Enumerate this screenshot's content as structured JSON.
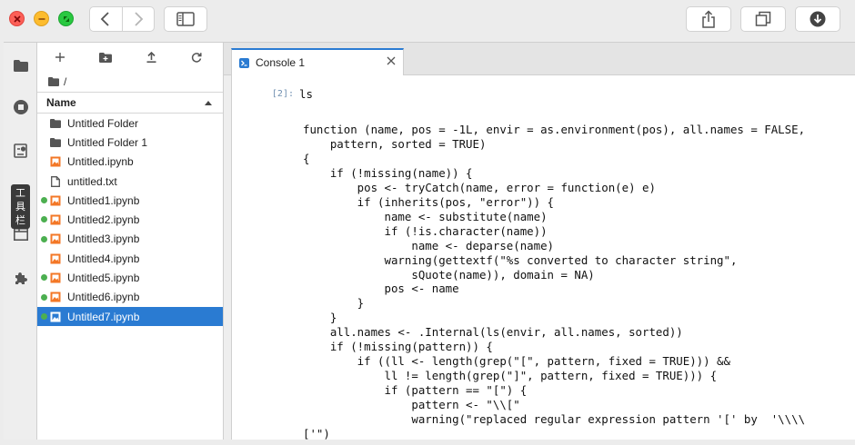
{
  "window": {
    "colors": {
      "close": "#fc5f57",
      "minimize": "#fdbc2e",
      "zoom": "#29c840"
    },
    "toolbar_icons": [
      "chevron-left-icon",
      "chevron-right-icon",
      "sidebar-icon",
      "share-icon",
      "tabs-icon",
      "download-icon"
    ]
  },
  "activity_bar": {
    "items": [
      "folder-icon",
      "stop-circle-icon",
      "commands-icon",
      "tabs-icon",
      "extension-icon"
    ],
    "tooltip": [
      "工",
      "具",
      "栏"
    ]
  },
  "file_browser": {
    "toolbar_icons": [
      "new-launcher-icon",
      "new-folder-icon",
      "upload-icon",
      "refresh-icon"
    ],
    "path": "/",
    "column_header": "Name",
    "sort_direction": "ascending",
    "items": [
      {
        "name": "Untitled Folder",
        "type": "folder",
        "running": false
      },
      {
        "name": "Untitled Folder 1",
        "type": "folder",
        "running": false
      },
      {
        "name": "Untitled.ipynb",
        "type": "notebook",
        "running": false
      },
      {
        "name": "untitled.txt",
        "type": "file",
        "running": false
      },
      {
        "name": "Untitled1.ipynb",
        "type": "notebook",
        "running": true
      },
      {
        "name": "Untitled2.ipynb",
        "type": "notebook",
        "running": true
      },
      {
        "name": "Untitled3.ipynb",
        "type": "notebook",
        "running": true
      },
      {
        "name": "Untitled4.ipynb",
        "type": "notebook",
        "running": false
      },
      {
        "name": "Untitled5.ipynb",
        "type": "notebook",
        "running": true
      },
      {
        "name": "Untitled6.ipynb",
        "type": "notebook",
        "running": true
      },
      {
        "name": "Untitled7.ipynb",
        "type": "notebook",
        "running": true,
        "selected": true
      }
    ]
  },
  "tabs": [
    {
      "label": "Console 1",
      "active": true
    }
  ],
  "console": {
    "prompt": "[2]:",
    "input": "ls",
    "output": "function (name, pos = -1L, envir = as.environment(pos), all.names = FALSE,\n    pattern, sorted = TRUE)\n{\n    if (!missing(name)) {\n        pos <- tryCatch(name, error = function(e) e)\n        if (inherits(pos, \"error\")) {\n            name <- substitute(name)\n            if (!is.character(name))\n                name <- deparse(name)\n            warning(gettextf(\"%s converted to character string\",\n                sQuote(name)), domain = NA)\n            pos <- name\n        }\n    }\n    all.names <- .Internal(ls(envir, all.names, sorted))\n    if (!missing(pattern)) {\n        if ((ll <- length(grep(\"[\", pattern, fixed = TRUE))) &&\n            ll != length(grep(\"]\", pattern, fixed = TRUE))) {\n            if (pattern == \"[\") {\n                pattern <- \"\\\\[\"\n                warning(\"replaced regular expression pattern '[' by  '\\\\\\\\\n['\")"
  },
  "accent_color": "#2a7bd2",
  "running_color": "#4caf50"
}
